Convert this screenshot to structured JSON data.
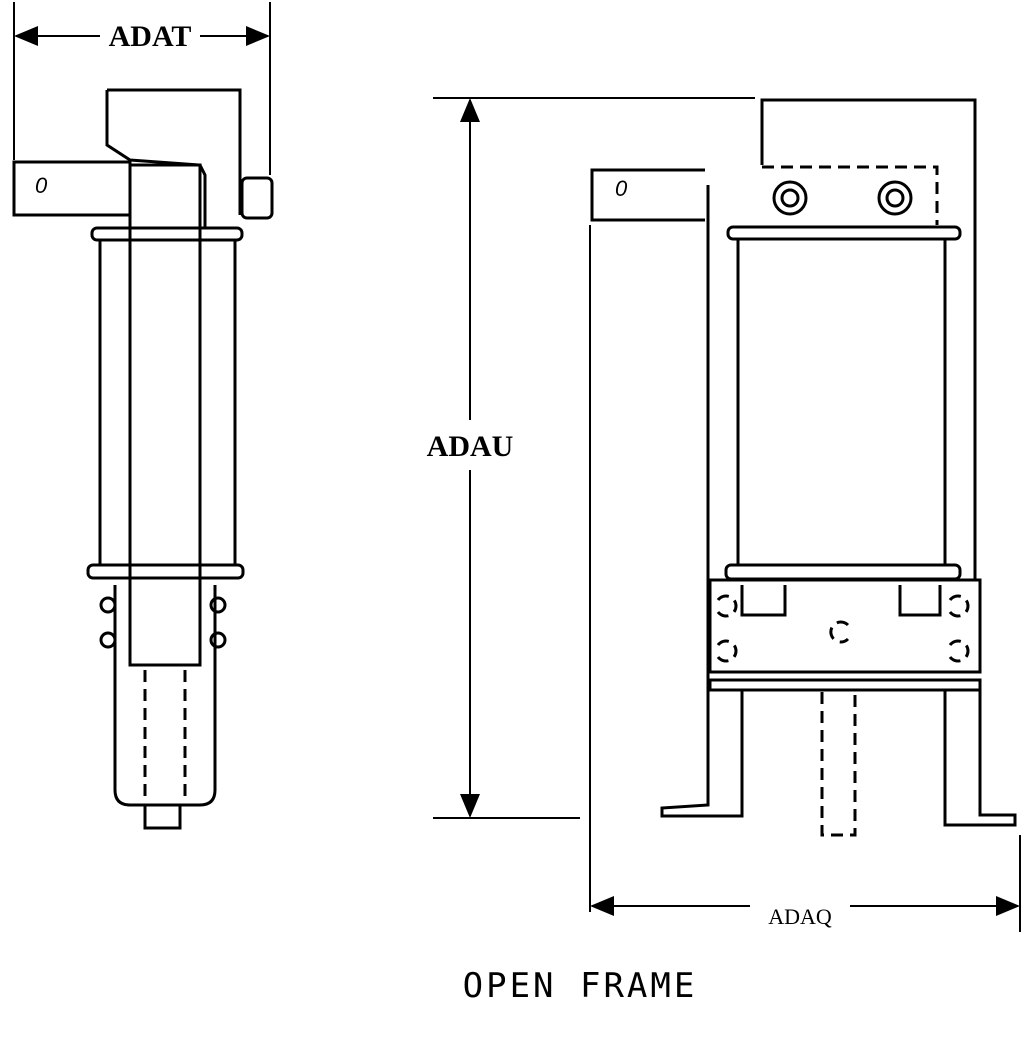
{
  "dimensions": {
    "width_label": "ADAT",
    "height_label": "ADAU",
    "depth_label": "ADAQ"
  },
  "brackets": {
    "side_marking": "0",
    "front_marking": "0"
  },
  "caption": "OPEN FRAME"
}
